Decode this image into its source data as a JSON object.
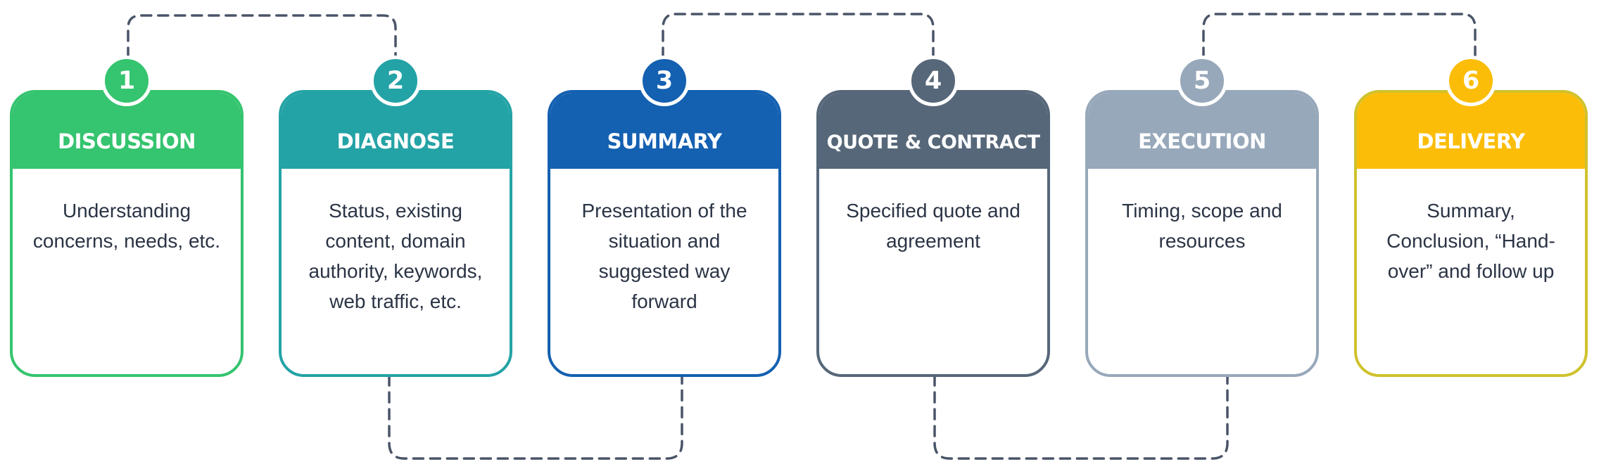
{
  "steps": [
    {
      "number": "1",
      "title": "DISCUSSION",
      "description": "Understanding concerns, needs, etc.",
      "color": "#35c46f"
    },
    {
      "number": "2",
      "title": "DIAGNOSE",
      "description": "Status, existing content, domain authority, keywords, web traffic, etc.",
      "color": "#24a3a6"
    },
    {
      "number": "3",
      "title": "SUMMARY",
      "description": "Presentation of the situation and suggested way forward",
      "color": "#1460b1"
    },
    {
      "number": "4",
      "title": "QUOTE & CONTRACT",
      "description": "Specified quote and agreement",
      "color": "#566779"
    },
    {
      "number": "5",
      "title": "EXECUTION",
      "description": "Timing, scope and resources",
      "color": "#97a8ba"
    },
    {
      "number": "6",
      "title": "DELIVERY",
      "description": "Summary, Conclusion, “Hand-over” and follow up",
      "color": "#fbbd08",
      "border_color": "#cfc22c"
    }
  ],
  "connector_color": "#4a5468"
}
